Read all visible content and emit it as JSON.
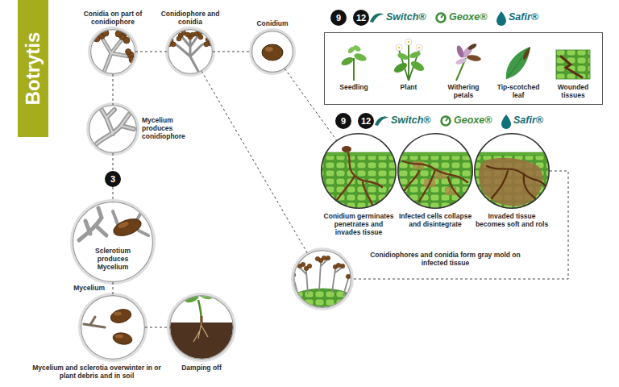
{
  "diagram": {
    "title": "Botrytis",
    "nodes": [
      {
        "text": [
          "Conidia on part of conidiophore"
        ]
      },
      {
        "text": [
          "Conidiophore and conidia"
        ]
      },
      {
        "text": [
          "Conidium"
        ]
      },
      {
        "text": [
          "Seedling",
          "Plant",
          "Withering petals",
          "Tip-scotched leaf",
          "Wounded tissues"
        ]
      },
      {
        "text": [
          "Mycelium produces conidiophore"
        ]
      },
      {
        "text": [
          "Conidium germinates penetrates and invades tissue"
        ]
      },
      {
        "text": [
          "Infected cells collapse and disintegrate"
        ]
      },
      {
        "text": [
          "Invaded tissue becomes soft and rols"
        ]
      },
      {
        "text": [
          "Sclerotium produces Mycelium"
        ]
      },
      {
        "text": [
          "Conidiophores and conidia form gray mold on infected tissue"
        ]
      },
      {
        "text": [
          "Mycelium and sclerotia overwinter in or plant debris and in soil"
        ]
      },
      {
        "text": [
          "Damping off"
        ]
      }
    ],
    "edges": [
      {
        "from": 0,
        "to": 1,
        "arrow": "none"
      },
      {
        "from": 1,
        "to": 2,
        "arrow": "none"
      },
      {
        "from": 2,
        "to": 5,
        "arrow": "none"
      },
      {
        "from": 0,
        "to": 4,
        "arrow": "none"
      },
      {
        "from": 4,
        "to": 8,
        "arrow": "none"
      },
      {
        "from": 8,
        "to": 10,
        "label": "Mycelium",
        "arrow": "none"
      },
      {
        "from": 10,
        "to": 11,
        "arrow": "none"
      },
      {
        "from": 1,
        "to": 9,
        "arrow": "none"
      },
      {
        "from": 7,
        "to": 9,
        "arrow": "none"
      }
    ],
    "labels": [
      "9",
      "12",
      "Switch®",
      "Geoxe®",
      "Safir®",
      "9",
      "12",
      "Switch®",
      "Geoxe®",
      "Safir®",
      "3"
    ]
  }
}
